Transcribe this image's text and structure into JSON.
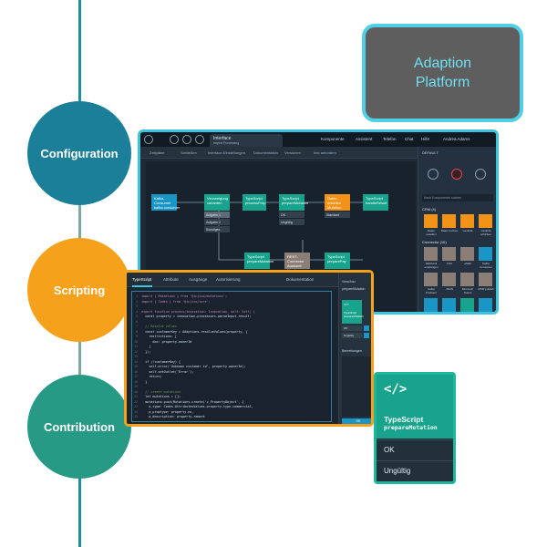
{
  "steps": [
    {
      "label": "Configuration",
      "color": "#1b7f99"
    },
    {
      "label": "Scripting",
      "color": "#f5a11b"
    },
    {
      "label": "Contribution",
      "color": "#279a86"
    }
  ],
  "platform": {
    "line1": "Adaption",
    "line2": "Platform"
  },
  "editor": {
    "tab_title": "Interface",
    "tab_subtitle": "Import Processing",
    "menu": [
      "Komponente",
      "Assistent",
      "Telefon",
      "Chat",
      "Hilfe"
    ],
    "user_name": "Andrea Adams",
    "toolbar": [
      "Zeitpläne",
      "Schließen",
      "Interface-Einstellungen",
      "Dokumentation",
      "Versionen",
      "Info anfordern"
    ],
    "nodes": {
      "trigger": {
        "title": "Kafka-Consumer",
        "sub": "kafka.consumer"
      },
      "variant": {
        "title": "Verzweigung",
        "sub": "varianten"
      },
      "ts1": {
        "title": "TypeScript",
        "sub": "processProp"
      },
      "ts2": {
        "title": "TypeScript",
        "sub": "prepareMutation"
      },
      "mutation": {
        "title": "Daten erstellen",
        "sub": "Mutation"
      },
      "ts3": {
        "title": "TypeScript",
        "sub": "handleResult"
      },
      "ts4": {
        "title": "TypeScript",
        "sub": "prepareMutation"
      },
      "rest": {
        "title": "REST-Connector",
        "sub": "Auskunft Kund"
      },
      "ts5": {
        "title": "TypeScript",
        "sub": "preparePay"
      }
    },
    "variant_options": [
      "Aufgabe 1",
      "Aufgabe 2",
      "Sonstiges"
    ],
    "ts2_options": [
      "OK",
      "Ungültig"
    ],
    "standard_label": "Standard",
    "palette": {
      "header": "DEFAULT",
      "search_placeholder": "Nach Komponente suchen",
      "sec1": "CRM (4)",
      "sec1_items": [
        "Daten erstellen",
        "Daten suchen",
        "Lambda",
        "Lambda schicken"
      ],
      "sec2": "Connector (16)",
      "sec2_items": [
        "Webhook empfangen",
        "CSV",
        "eMail",
        "Kafka Consumer",
        "Kafka Producer",
        "JSON",
        "Microsoft Teams",
        "MSM publish"
      ]
    }
  },
  "script": {
    "tabs": [
      "TypeScript",
      "Attribute",
      "Ausgänge",
      "Autorisierung"
    ],
    "doc_label": "Dokumentation",
    "side": {
      "label1": "Vorschau",
      "label2": "prepareMutation",
      "node_title": "TypeScript",
      "node_sub": "prepareMutation",
      "opt1": "OK",
      "opt2": "Ungültig",
      "notes_label": "Bemerkungen",
      "ok": "OK"
    },
    "code": [
      "import { Mutations } from '@injixo/mutations';",
      "import { Codes } from '@injixo/core';",
      "",
      "export function process(innovation: Innovation, self: Self) {",
      "  const property = innovation.processors.parseInput.result;",
      "",
      "  // Resolve values",
      "  const customerKey = Adaptions.resolveValues(property, {",
      "    restrictions: [",
      "      doc: property.ownerId",
      "    ]",
      "  });",
      "",
      "  if (!customerKey) {",
      "    self.error('Unknown customer id', property.ownerId);",
      "    self.setOutlet('Error');",
      "    return;",
      "  }",
      "",
      "  // create mutations",
      "  let mutations = [];",
      "  mutations.push(Mutations.create('z_PropertyObject', {",
      "    p_type: Codes.AttributesValues.property.type.commercial,",
      "    p_proptype: property.no,",
      "    p_description: property.remark"
    ]
  },
  "card": {
    "icon": "</>",
    "title": "TypeScript",
    "subtitle": "prepareMutation",
    "options": [
      "OK",
      "Ungültig"
    ]
  }
}
